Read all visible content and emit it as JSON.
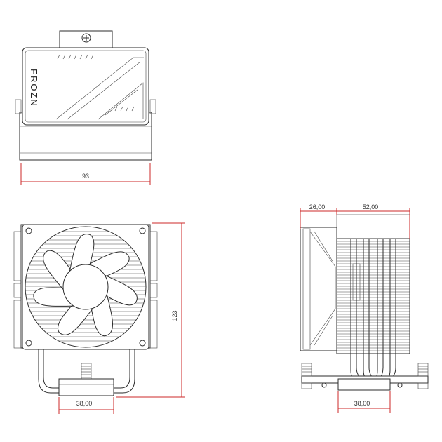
{
  "top_view": {
    "brand_text": "FROZN",
    "width_label": "93"
  },
  "front_view": {
    "height_label": "123",
    "base_width_label": "38,00"
  },
  "side_view": {
    "fan_depth_label": "26,00",
    "fin_depth_label": "52,00",
    "base_width_label": "38,00"
  },
  "colors": {
    "line": "#2b2b2b",
    "dimension": "#cc2a2a"
  }
}
